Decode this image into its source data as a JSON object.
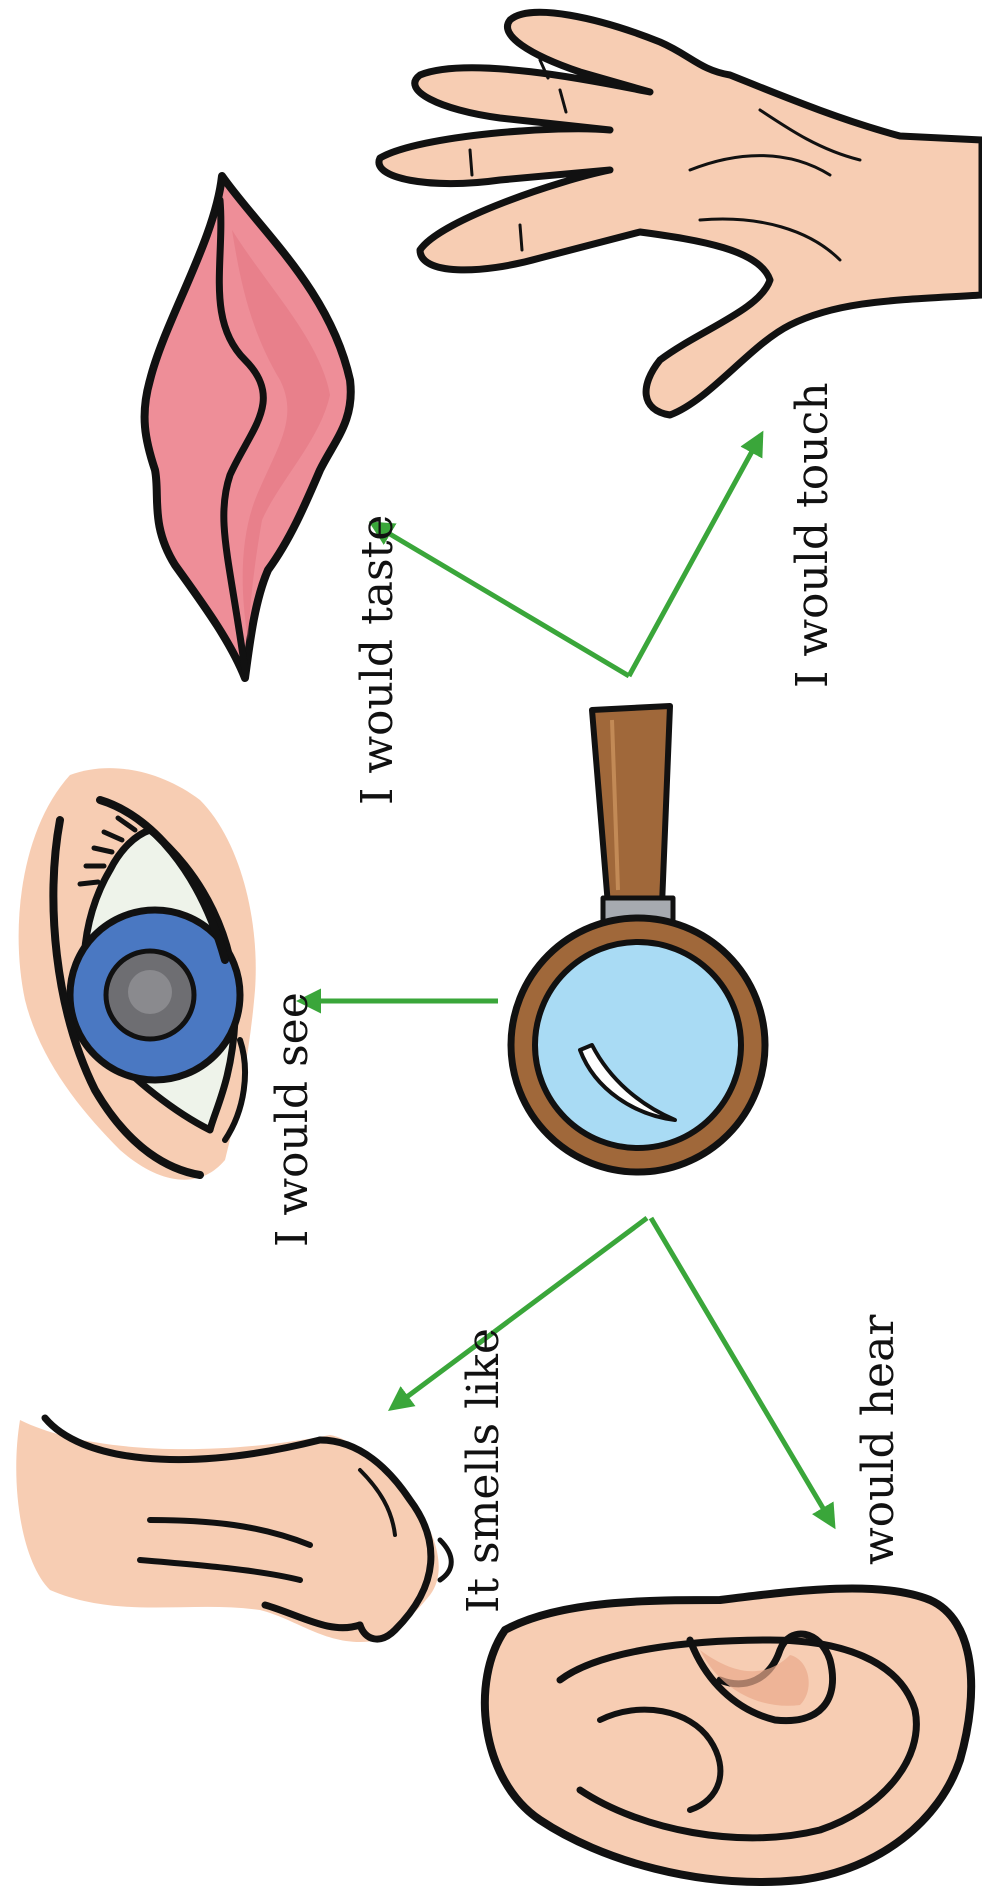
{
  "labels": {
    "taste": "I would taste",
    "touch": "I would touch",
    "see": "I would see",
    "smell": "It smells like",
    "hear": "would hear"
  },
  "icons": {
    "center": "magnifying-glass-icon",
    "taste": "lips-icon",
    "touch": "hand-icon",
    "see": "eye-icon",
    "smell": "nose-icon",
    "hear": "ear-icon"
  },
  "colors": {
    "arrow": "#3aa63a",
    "skin": "#f7cdb3",
    "skin_shadow": "#eaa98c",
    "outline": "#111111",
    "lips": "#ee8e98",
    "iris": "#4a78c2",
    "lens": "#a9dbf4",
    "frame": "#a0683a"
  }
}
